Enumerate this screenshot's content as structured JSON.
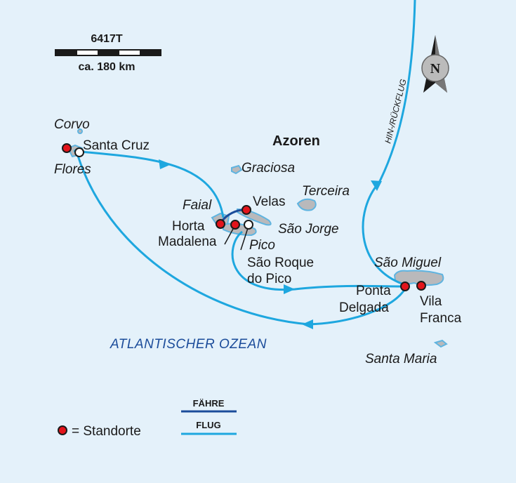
{
  "scale": {
    "code": "6417T",
    "distance": "ca. 180 km"
  },
  "compass": {
    "north_label": "N"
  },
  "title": "Azoren",
  "ocean": "ATLANTISCHER OZEAN",
  "flight_label": "HIN-/RÜCKFLUG",
  "islands": {
    "corvo": "Corvo",
    "flores": "Flores",
    "graciosa": "Graciosa",
    "terceira": "Terceira",
    "faial": "Faial",
    "sao_jorge": "São Jorge",
    "pico": "Pico",
    "sao_miguel": "São Miguel",
    "santa_maria": "Santa Maria"
  },
  "places": {
    "santa_cruz": "Santa Cruz",
    "velas": "Velas",
    "horta": "Horta",
    "madalena": "Madalena",
    "sao_roque_1": "São Roque",
    "sao_roque_2": "do Pico",
    "ponta_delgada_1": "Ponta",
    "ponta_delgada_2": "Delgada",
    "vila_franca_1": "Vila",
    "vila_franca_2": "Franca"
  },
  "legend": {
    "ferry": "FÄHRE",
    "flight": "FLUG",
    "locations": "= Standorte"
  },
  "colors": {
    "flight": "#1ea7df",
    "ferry": "#1b4c9a",
    "location": "#e3141b",
    "title": "#128a3c"
  }
}
